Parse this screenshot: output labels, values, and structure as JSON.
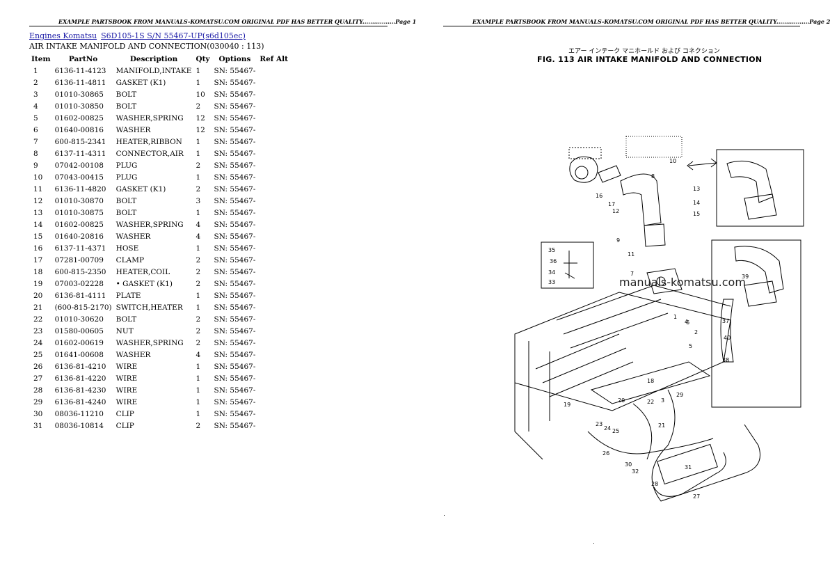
{
  "headers": {
    "left": "EXAMPLE PARTSBOOK FROM MANUALS-KOMATSU.COM ORIGINAL PDF HAS BETTER QUALITY.................Page 1",
    "right": "EXAMPLE PARTSBOOK FROM MANUALS-KOMATSU.COM ORIGINAL PDF HAS BETTER QUALITY.................Page 2"
  },
  "breadcrumb": {
    "root": "Engines Komatsu",
    "model": "S6D105-1S S/N 55467-UP(s6d105ec)"
  },
  "section_title": "AIR INTAKE MANIFOLD AND CONNECTION(030040 : 113)",
  "table": {
    "headers": [
      "Item",
      "PartNo",
      "Description",
      "Qty",
      "Options",
      "Ref Alt"
    ],
    "rows": [
      [
        "1",
        "6136-11-4123",
        "MANIFOLD,INTAKE",
        "1",
        "SN: 55467-",
        ""
      ],
      [
        "2",
        "6136-11-4811",
        "GASKET (K1)",
        "1",
        "SN: 55467-",
        ""
      ],
      [
        "3",
        "01010-30865",
        "BOLT",
        "10",
        "SN: 55467-",
        ""
      ],
      [
        "4",
        "01010-30850",
        "BOLT",
        "2",
        "SN: 55467-",
        ""
      ],
      [
        "5",
        "01602-00825",
        "WASHER,SPRING",
        "12",
        "SN: 55467-",
        ""
      ],
      [
        "6",
        "01640-00816",
        "WASHER",
        "12",
        "SN: 55467-",
        ""
      ],
      [
        "7",
        "600-815-2341",
        "HEATER,RIBBON",
        "1",
        "SN: 55467-",
        ""
      ],
      [
        "8",
        "6137-11-4311",
        "CONNECTOR,AIR",
        "1",
        "SN: 55467-",
        ""
      ],
      [
        "9",
        "07042-00108",
        "PLUG",
        "2",
        "SN: 55467-",
        ""
      ],
      [
        "10",
        "07043-00415",
        "PLUG",
        "1",
        "SN: 55467-",
        ""
      ],
      [
        "11",
        "6136-11-4820",
        "GASKET (K1)",
        "2",
        "SN: 55467-",
        ""
      ],
      [
        "12",
        "01010-30870",
        "BOLT",
        "3",
        "SN: 55467-",
        ""
      ],
      [
        "13",
        "01010-30875",
        "BOLT",
        "1",
        "SN: 55467-",
        ""
      ],
      [
        "14",
        "01602-00825",
        "WASHER,SPRING",
        "4",
        "SN: 55467-",
        ""
      ],
      [
        "15",
        "01640-20816",
        "WASHER",
        "4",
        "SN: 55467-",
        ""
      ],
      [
        "16",
        "6137-11-4371",
        "HOSE",
        "1",
        "SN: 55467-",
        ""
      ],
      [
        "17",
        "07281-00709",
        "CLAMP",
        "2",
        "SN: 55467-",
        ""
      ],
      [
        "18",
        "600-815-2350",
        "HEATER,COIL",
        "2",
        "SN: 55467-",
        ""
      ],
      [
        "19",
        "07003-02228",
        "• GASKET (K1)",
        "2",
        "SN: 55467-",
        ""
      ],
      [
        "20",
        "6136-81-4111",
        "PLATE",
        "1",
        "SN: 55467-",
        ""
      ],
      [
        "21",
        "(600-815-2170)",
        "SWITCH,HEATER",
        "1",
        "SN: 55467-",
        ""
      ],
      [
        "22",
        "01010-30620",
        "BOLT",
        "2",
        "SN: 55467-",
        ""
      ],
      [
        "23",
        "01580-00605",
        "NUT",
        "2",
        "SN: 55467-",
        ""
      ],
      [
        "24",
        "01602-00619",
        "WASHER,SPRING",
        "2",
        "SN: 55467-",
        ""
      ],
      [
        "25",
        "01641-00608",
        "WASHER",
        "4",
        "SN: 55467-",
        ""
      ],
      [
        "26",
        "6136-81-4210",
        "WIRE",
        "1",
        "SN: 55467-",
        ""
      ],
      [
        "27",
        "6136-81-4220",
        "WIRE",
        "1",
        "SN: 55467-",
        ""
      ],
      [
        "28",
        "6136-81-4230",
        "WIRE",
        "1",
        "SN: 55467-",
        ""
      ],
      [
        "29",
        "6136-81-4240",
        "WIRE",
        "1",
        "SN: 55467-",
        ""
      ],
      [
        "30",
        "08036-11210",
        "CLIP",
        "1",
        "SN: 55467-",
        ""
      ],
      [
        "31",
        "08036-10814",
        "CLIP",
        "2",
        "SN: 55467-",
        ""
      ]
    ]
  },
  "figure": {
    "title_jp": "エアー インテーク マニホールド および コネクション",
    "title": "FIG. 113  AIR INTAKE MANIFOLD AND CONNECTION",
    "watermark": "manuals-komatsu.com",
    "callouts": [
      "1",
      "2",
      "3",
      "4",
      "5",
      "6",
      "7",
      "8",
      "9",
      "10",
      "11",
      "12",
      "13",
      "14",
      "15",
      "16",
      "17",
      "18",
      "19",
      "20",
      "21",
      "22",
      "23",
      "24",
      "25",
      "26",
      "27",
      "28",
      "29",
      "30",
      "31",
      "32",
      "33",
      "34",
      "35",
      "36",
      "37",
      "38",
      "39",
      "40"
    ]
  }
}
